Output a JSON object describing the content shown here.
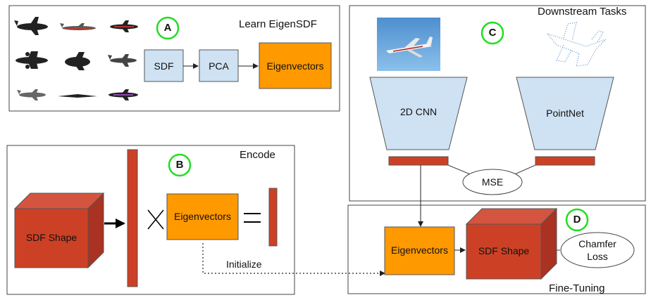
{
  "panels": {
    "learn": {
      "title": "Learn EigenSDF",
      "badge": "A"
    },
    "encode": {
      "title": "Encode",
      "badge": "B"
    },
    "downstream": {
      "title": "Downstream Tasks",
      "badge": "C"
    },
    "finetune": {
      "title": "Fine-Tuning",
      "badge": "D"
    }
  },
  "learn": {
    "sdf_label": "SDF",
    "pca_label": "PCA",
    "eigen_label": "Eigenvectors"
  },
  "encode": {
    "shape_label": "SDF Shape",
    "multiply_symbol": "X",
    "eigen_label": "Eigenvectors",
    "equals_symbol": "=",
    "initialize_label": "Initialize"
  },
  "downstream": {
    "cnn_label": "2D CNN",
    "pointnet_label": "PointNet",
    "mse_label": "MSE"
  },
  "finetune": {
    "eigen_label": "Eigenvectors",
    "shape_label": "SDF Shape",
    "loss_label": "Chamfer Loss",
    "loss_line1": "Chamfer",
    "loss_line2": "Loss"
  },
  "colors": {
    "badge_ring": "#22dd22",
    "light_blue": "#cfe2f3",
    "orange": "#ff9900",
    "red": "#cc4125",
    "dark_red_edge": "#7a1f10",
    "sky": "#5d9fd6"
  }
}
